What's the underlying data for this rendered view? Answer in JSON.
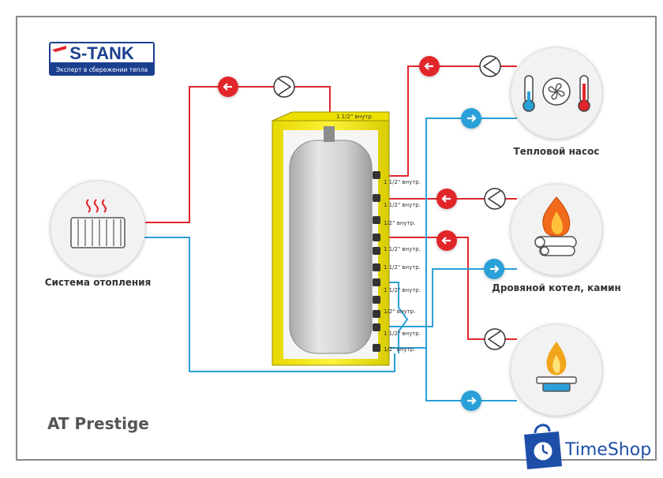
{
  "logo": {
    "brand": "S-TANK",
    "tagline": "Эксперт в сбережении тепла"
  },
  "title": "AT Prestige",
  "connectors": {
    "top": "1 1/2\" внутр.",
    "c1": "1 1/2\" внутр.",
    "c2": "1 1/2\" внутр.",
    "c3": "1/2\" внутр.",
    "c4": "1 1/2\" внутр.",
    "c5": "1 1/2\" внутр.",
    "c6": "1 1/2\" внутр.",
    "c7": "1/2\" внутр.",
    "c8": "1 1/2\" внутр.",
    "c9": "1/2\" внутр."
  },
  "devices": {
    "heating": "Система отопления",
    "heat_pump": "Тепловой насос",
    "wood_boiler": "Дровяной котел, камин"
  },
  "watermark": "TimeShop",
  "colors": {
    "hot": "#e1262c",
    "cold": "#2aa0d8",
    "insulation": "#f2e500",
    "tank": "#c9c9c9",
    "circle": "#f2f2f2"
  }
}
